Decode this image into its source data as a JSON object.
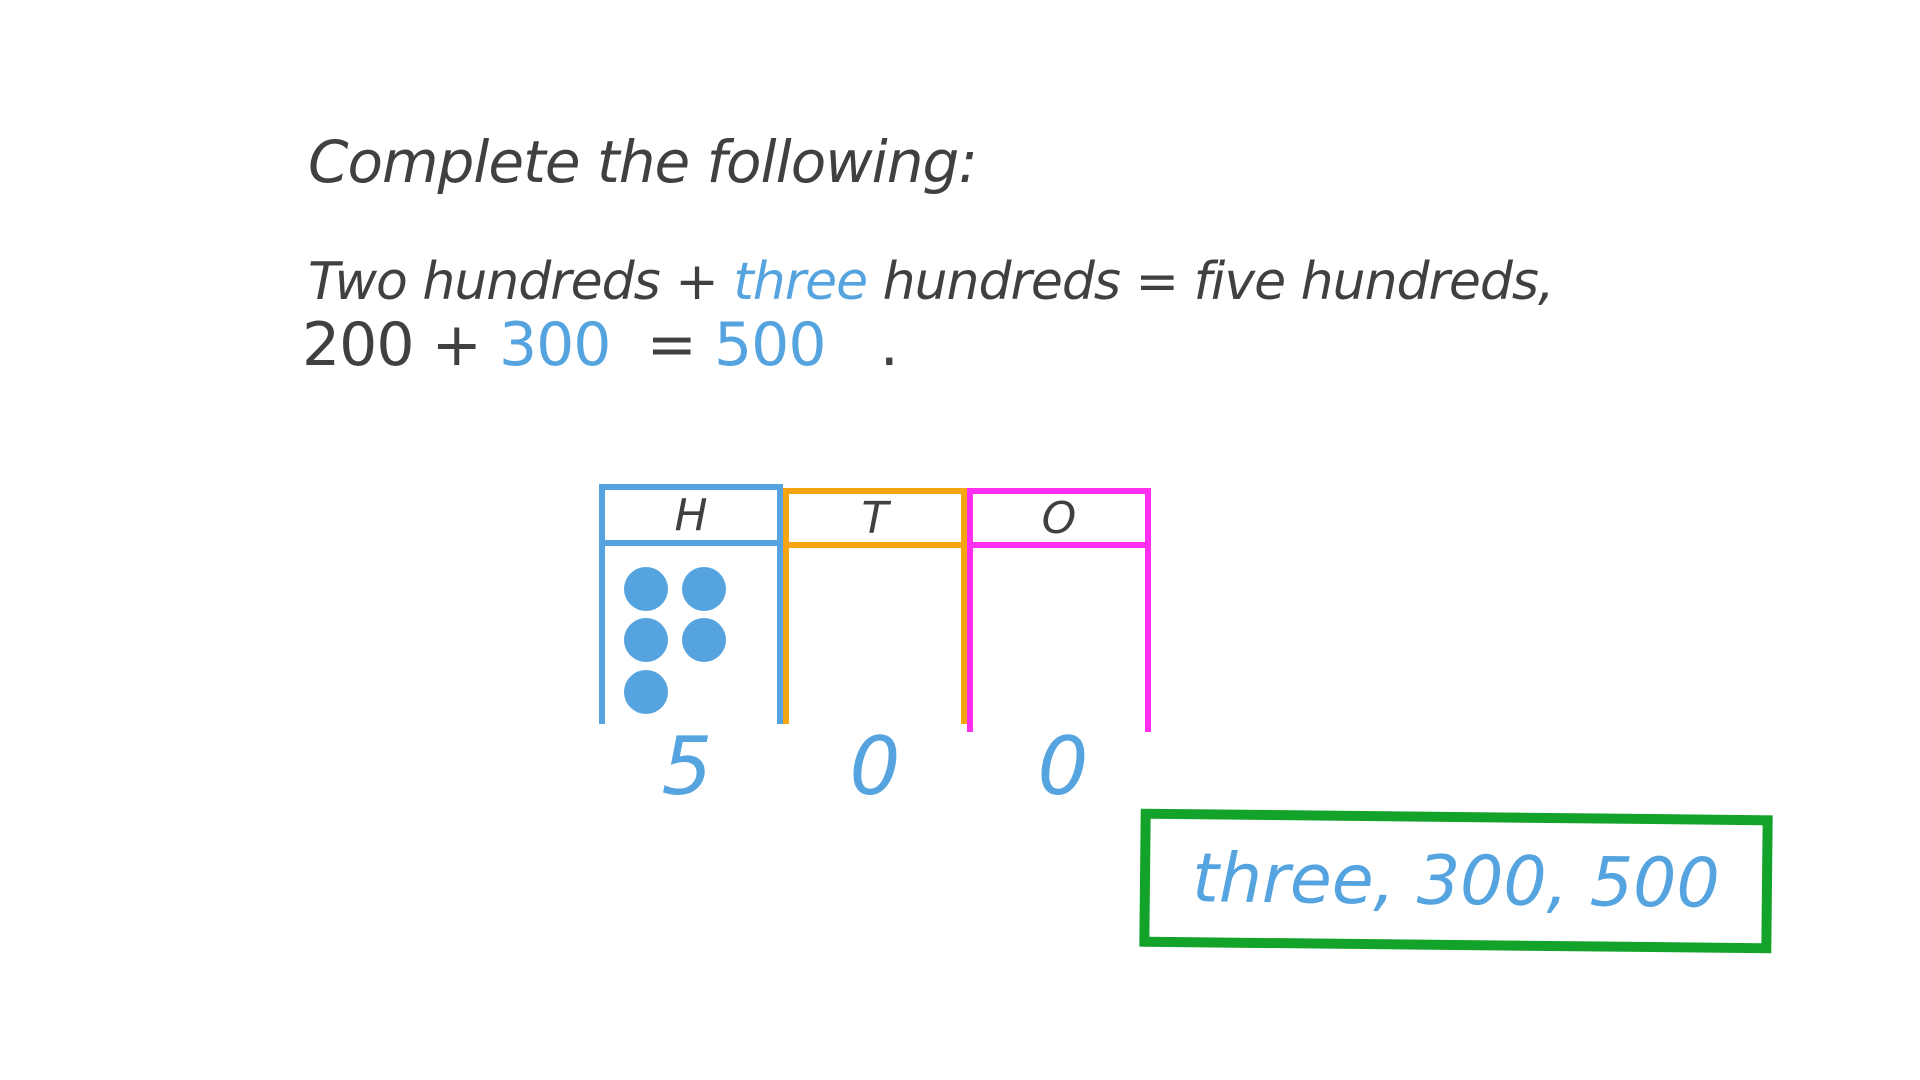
{
  "question": {
    "title": "Complete the following:",
    "line1": {
      "part1": "Two hundreds +",
      "blank1": "three",
      "part2": "hundreds = five hundreds,"
    },
    "line2": {
      "part1": "200 +",
      "blank1": "300",
      "equals": "=",
      "blank2": "500",
      "end": "."
    }
  },
  "place_value_chart": {
    "columns": [
      {
        "header": "H",
        "color": "#55a4df",
        "counters": 5,
        "digit": "5"
      },
      {
        "header": "T",
        "color": "#f5a412",
        "counters": 0,
        "digit": "0"
      },
      {
        "header": "O",
        "color": "#ff2ef0",
        "counters": 0,
        "digit": "0"
      }
    ]
  },
  "answer": {
    "text": "three, 300, 500",
    "border_color": "#13a32a",
    "text_color": "#55a4df"
  }
}
